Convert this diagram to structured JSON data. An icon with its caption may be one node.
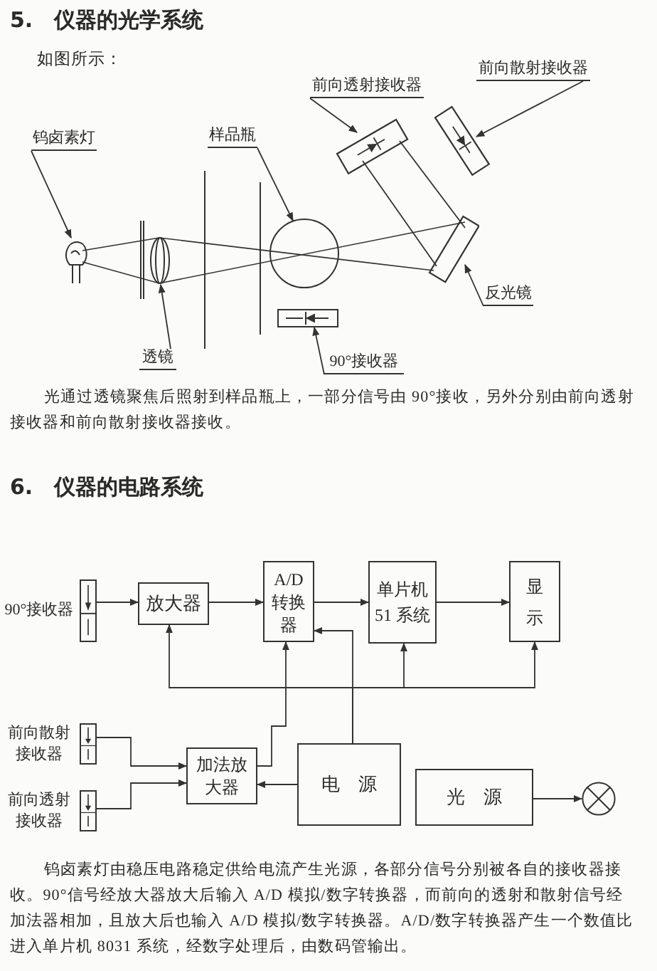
{
  "diagram": {
    "nodes": [
      {
        "text": [
          "前向散射接收器"
        ]
      },
      {
        "text": [
          "前向透射接收器"
        ]
      },
      {
        "text": [
          "钨卤素灯"
        ]
      },
      {
        "text": [
          "样品瓶"
        ]
      },
      {
        "text": [],
        "shape": "box"
      },
      {
        "text": [],
        "shape": "box"
      },
      {
        "text": [],
        "shape": "picture"
      },
      {
        "text": [],
        "shape": "ellipse"
      },
      {
        "text": [],
        "shape": "circle"
      },
      {
        "text": [],
        "shape": "box"
      },
      {
        "text": [
          "反光镜"
        ]
      },
      {
        "text": [],
        "shape": "box"
      },
      {
        "text": [
          "透镜"
        ]
      },
      {
        "text": [
          "90°接收器"
        ]
      },
      {
        "text": [],
        "shape": "box",
        "beside": [
          "90°接收器"
        ]
      },
      {
        "text": [
          "放大器"
        ]
      },
      {
        "text": [
          "A/D转换器"
        ]
      },
      {
        "text": [
          "单片机51 系统"
        ]
      },
      {
        "text": [
          "显示"
        ]
      },
      {
        "text": [],
        "shape": "box",
        "beside": [
          "前向散射接收器"
        ]
      },
      {
        "text": [
          "加法放大器"
        ]
      },
      {
        "text": [
          "电源"
        ]
      },
      {
        "text": [],
        "shape": "box",
        "beside": [
          "前向透射接收器"
        ]
      },
      {
        "text": [
          "光源"
        ]
      },
      {
        "text": [],
        "shape": "circle"
      }
    ],
    "edges": [
      {
        "from": 2,
        "to": 6,
        "arrow": "to"
      },
      {
        "from": 3,
        "to": 8,
        "arrow": "to"
      },
      {
        "from": 1,
        "to": 4,
        "arrow": "to"
      },
      {
        "from": 0,
        "to": 5,
        "arrow": "to"
      },
      {
        "from": 10,
        "to": 9,
        "arrow": "to"
      },
      {
        "from": 12,
        "to": 7,
        "arrow": "to"
      },
      {
        "from": 13,
        "to": 11,
        "arrow": "to"
      },
      {
        "from": 14,
        "to": 15,
        "arrow": "to"
      },
      {
        "from": 15,
        "to": 16,
        "arrow": "to"
      },
      {
        "from": 16,
        "to": 17,
        "arrow": "to"
      },
      {
        "from": 17,
        "to": 18,
        "arrow": "to"
      },
      {
        "from": 21,
        "to": 15,
        "arrow": "to"
      },
      {
        "from": 21,
        "to": 16,
        "arrow": "to"
      },
      {
        "from": 21,
        "to": 17,
        "arrow": "to"
      },
      {
        "from": 21,
        "to": 18,
        "arrow": "to"
      },
      {
        "from": 20,
        "to": 16,
        "arrow": "to"
      },
      {
        "from": 19,
        "to": 20,
        "arrow": "to"
      },
      {
        "from": 22,
        "to": 20,
        "arrow": "to"
      },
      {
        "from": 21,
        "to": 20,
        "arrow": "to"
      },
      {
        "from": 23,
        "to": 24,
        "arrow": "to"
      },
      {
        "from": 4,
        "to": 9,
        "arrow": "none"
      },
      {
        "from": 4,
        "to": 9,
        "arrow": "none"
      }
    ],
    "labels": [
      "5.　仪器的光学系统",
      "如图所示：",
      "光通过透镜聚焦后照射到样品瓶上，一部分信号由 90°接收，另外分别由前向透射接收器和前向散射接收器接收。",
      "6.　仪器的电路系统",
      "钨卤素灯由稳压电路稳定供给电流产生光源，各部分信号分别被各自的接收器接收。90°信号经放大器放大后输入 A/D 模拟/数字转换器，而前向的透射和散射信号经加法器相加，且放大后也输入 A/D 模拟/数字转换器。A/D/数字转换器产生一个数值比进入单片机 8031 系统，经数字处理后，由数码管输出。"
    ]
  }
}
